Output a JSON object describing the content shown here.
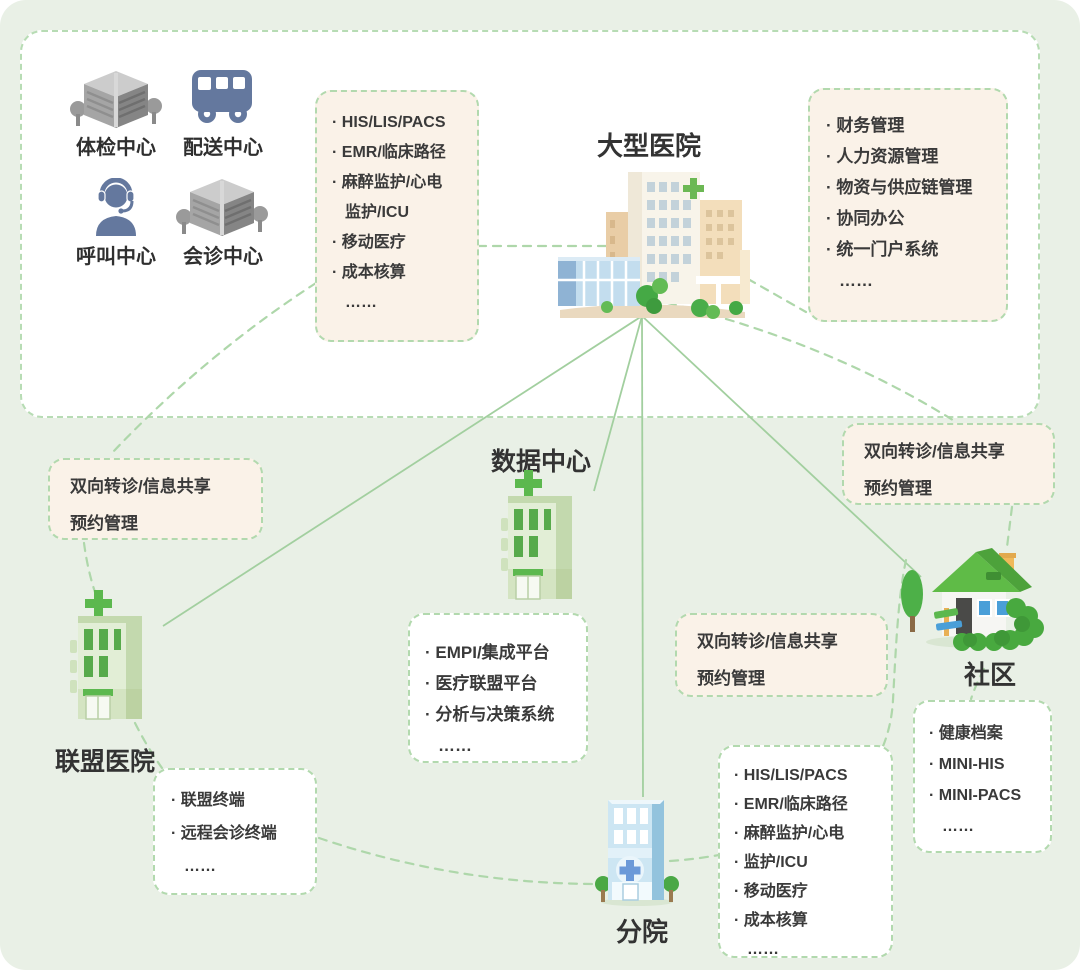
{
  "colors": {
    "background": "#e9f0e6",
    "panel_bg": "#ffffff",
    "card_cream_bg": "#faf2e8",
    "card_white_bg": "#ffffff",
    "dashed_border_green": "#b2d9ae",
    "solid_line_green": "#a2cf9f",
    "text": "#3a3a3a",
    "icon_slate_blue": "#64789e",
    "icon_gray": "#9a9a9a",
    "green_building": "#dcead0",
    "blue_building": "#c3e0f1",
    "house_roof_green": "#5cb845"
  },
  "support_centers": [
    {
      "label": "体检中心",
      "icon": "gray-building-icon"
    },
    {
      "label": "配送中心",
      "icon": "bus-icon"
    },
    {
      "label": "呼叫中心",
      "icon": "call-operator-icon"
    },
    {
      "label": "会诊中心",
      "icon": "gray-building-icon"
    }
  ],
  "nodes": {
    "main_hospital": {
      "label": "大型医院"
    },
    "data_center": {
      "label": "数据中心"
    },
    "alliance_hospital": {
      "label": "联盟医院"
    },
    "branch_hospital": {
      "label": "分院"
    },
    "community": {
      "label": "社区"
    }
  },
  "cards": {
    "hospital_clinical": {
      "items": [
        "· HIS/LIS/PACS",
        "· EMR/临床路径",
        "· 麻醉监护/心电",
        "监护/ICU",
        "· 移动医疗",
        "· 成本核算",
        "……"
      ]
    },
    "hospital_management": {
      "items": [
        "· 财务管理",
        "· 人力资源管理",
        "· 物资与供应链管理",
        "· 协同办公",
        "· 统一门户系统",
        "……"
      ]
    },
    "data_center_platform": {
      "items": [
        "· EMPI/集成平台",
        "· 医疗联盟平台",
        "· 分析与决策系统",
        "……"
      ]
    },
    "referral_left": {
      "lines": [
        "双向转诊/信息共享",
        "预约管理"
      ]
    },
    "referral_mid": {
      "lines": [
        "双向转诊/信息共享",
        "预约管理"
      ]
    },
    "referral_right": {
      "lines": [
        "双向转诊/信息共享",
        "预约管理"
      ]
    },
    "alliance_terminal": {
      "items": [
        "· 联盟终端",
        "· 远程会诊终端",
        "……"
      ]
    },
    "branch_clinical": {
      "items": [
        "· HIS/LIS/PACS",
        "· EMR/临床路径",
        "· 麻醉监护/心电",
        "· 监护/ICU",
        "· 移动医疗",
        "· 成本核算",
        "……"
      ]
    },
    "community_systems": {
      "items": [
        "· 健康档案",
        "· MINI-HIS",
        "· MINI-PACS",
        "……"
      ]
    }
  }
}
